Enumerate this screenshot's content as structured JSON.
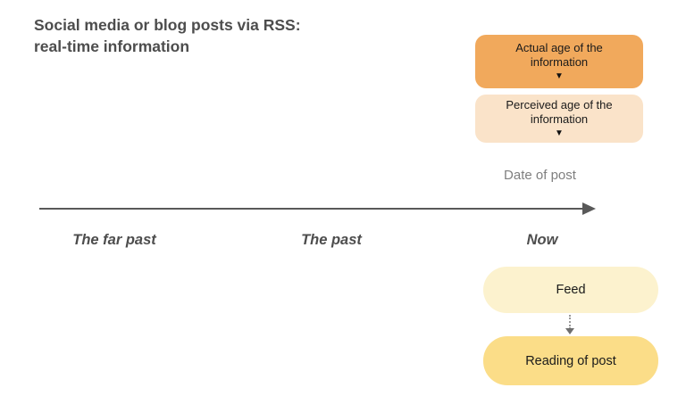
{
  "title": {
    "line1": "Social media or blog posts via RSS:",
    "line2": "real-time information"
  },
  "age_boxes": {
    "actual": {
      "label": "Actual age of the information",
      "marker": "▼",
      "color": "#F1A95C"
    },
    "perceived": {
      "label": "Perceived age of the information",
      "marker": "▼",
      "color": "#FAE3C9"
    }
  },
  "date_label": "Date of post",
  "timeline": {
    "arrow_color": "#595959",
    "labels": {
      "far_past": "The far past",
      "past": "The past",
      "now": "Now"
    }
  },
  "flow_boxes": {
    "feed": {
      "label": "Feed",
      "color": "#FCF2CE"
    },
    "reading": {
      "label": "Reading of post",
      "color": "#FBDD88"
    }
  },
  "colors": {
    "title_text": "#4d4d4d",
    "era_text": "#4d4d4d",
    "date_text": "#7f7f7f",
    "box_text": "#1a1a1a",
    "arrow": "#595959",
    "background": "#ffffff"
  }
}
